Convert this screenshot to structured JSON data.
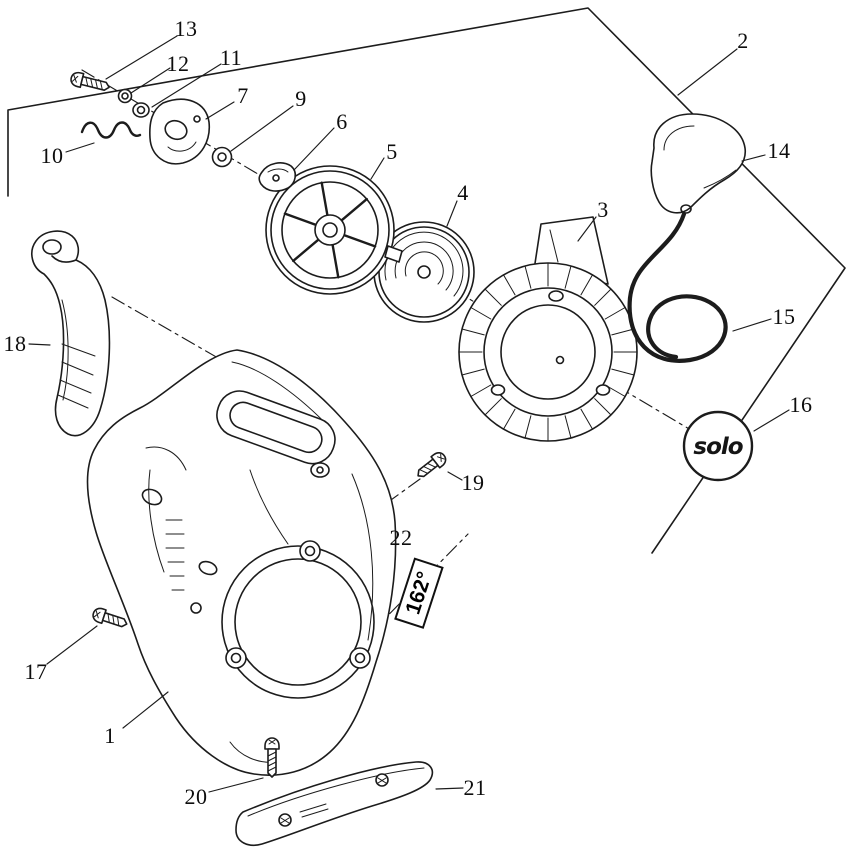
{
  "diagram": {
    "background": "#ffffff",
    "line_color": "#1c1c1c",
    "angle_badge": "162°",
    "emblem_text": "solo",
    "callouts": [
      {
        "num": "1"
      },
      {
        "num": "2"
      },
      {
        "num": "3"
      },
      {
        "num": "4"
      },
      {
        "num": "5"
      },
      {
        "num": "6"
      },
      {
        "num": "7"
      },
      {
        "num": "9"
      },
      {
        "num": "10"
      },
      {
        "num": "11"
      },
      {
        "num": "12"
      },
      {
        "num": "13"
      },
      {
        "num": "14"
      },
      {
        "num": "15"
      },
      {
        "num": "16"
      },
      {
        "num": "17"
      },
      {
        "num": "18"
      },
      {
        "num": "19"
      },
      {
        "num": "20"
      },
      {
        "num": "21"
      },
      {
        "num": "22"
      }
    ]
  }
}
